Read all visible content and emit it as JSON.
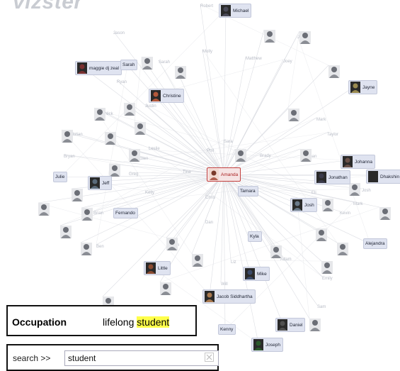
{
  "app": {
    "logo": "vizster"
  },
  "center": {
    "name": "Amanda"
  },
  "friends": [
    {
      "name": "Michael"
    },
    {
      "name": "maggie dj zeal"
    },
    {
      "name": "Sarah"
    },
    {
      "name": "Christine"
    },
    {
      "name": "Jayne"
    },
    {
      "name": "Julie"
    },
    {
      "name": "Jeff"
    },
    {
      "name": "Fernando"
    },
    {
      "name": "Tamara"
    },
    {
      "name": "Johanna"
    },
    {
      "name": "Jonathan"
    },
    {
      "name": "Dhakshin"
    },
    {
      "name": "Josh"
    },
    {
      "name": "Kyla"
    },
    {
      "name": "Alejandra"
    },
    {
      "name": "Little"
    },
    {
      "name": "Mike"
    },
    {
      "name": "Jacob Siddhartha"
    },
    {
      "name": "Kenny"
    },
    {
      "name": "Daniel"
    },
    {
      "name": "Joseph"
    }
  ],
  "ghost_names": [
    "Robert",
    "Jason",
    "Sarah",
    "Molly",
    "Matthew",
    "Joey",
    "Joel",
    "Ryan",
    "Justin",
    "Nick",
    "Christian",
    "Bryan",
    "Leslie",
    "Ellen",
    "Brady",
    "Mark",
    "Nathan",
    "Taylor",
    "Josh",
    "Kevin",
    "Mark",
    "Eli",
    "Tina",
    "Phil",
    "Sara",
    "Greg",
    "Kelly",
    "Chris",
    "Dan",
    "Brian",
    "Ben",
    "Kim",
    "Liz",
    "Adam",
    "Will",
    "Emily",
    "Sam"
  ],
  "info_panel": {
    "field_label": "Occupation",
    "value_prefix": "lifelong ",
    "value_highlight": "student"
  },
  "search": {
    "label": "search >>",
    "value": "student",
    "clear_icon": "clear-icon"
  },
  "colors": {
    "accent_center": "#c3413f",
    "label_bg": "#dfe3f0",
    "highlight": "#ffff4a"
  }
}
